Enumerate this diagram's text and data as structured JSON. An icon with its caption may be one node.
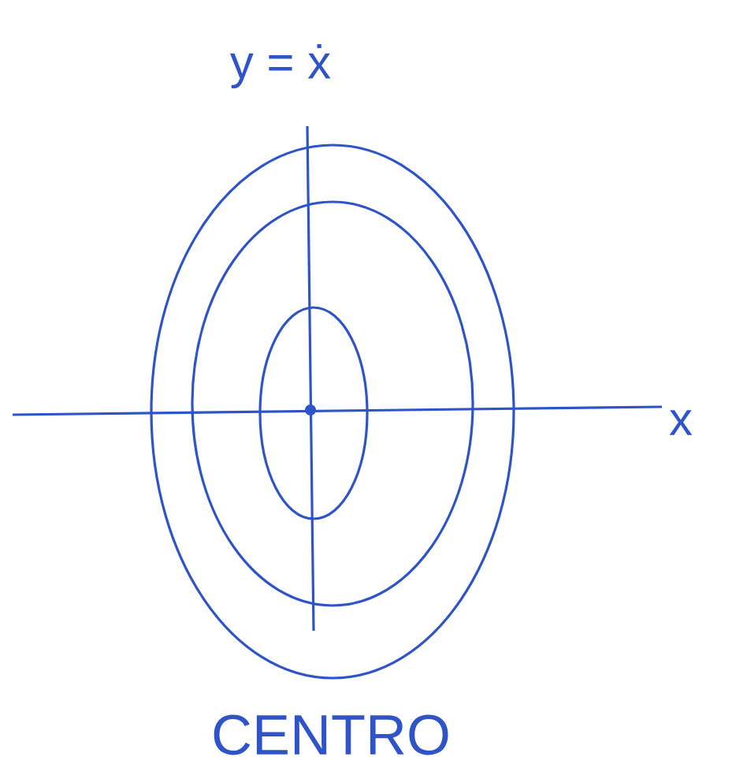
{
  "diagram": {
    "caption": "CENTRO",
    "labels": [
      "y = ẋ",
      "x"
    ]
  }
}
